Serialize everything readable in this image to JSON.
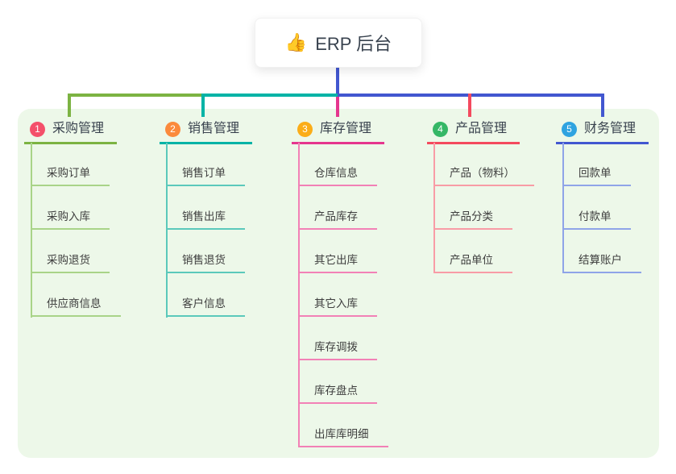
{
  "root": {
    "icon": "👍",
    "title": "ERP 后台"
  },
  "branches": [
    {
      "badge": "1",
      "title": "采购管理",
      "colors": {
        "main": "#7cb342",
        "light": "#a9d488",
        "badge": "#f4506a"
      },
      "children": [
        "采购订单",
        "采购入库",
        "采购退货",
        "供应商信息"
      ]
    },
    {
      "badge": "2",
      "title": "销售管理",
      "colors": {
        "main": "#00b3a6",
        "light": "#5bc9bb",
        "badge": "#fb8a3c"
      },
      "children": [
        "销售订单",
        "销售出库",
        "销售退货",
        "客户信息"
      ]
    },
    {
      "badge": "3",
      "title": "库存管理",
      "colors": {
        "main": "#e5368e",
        "light": "#f281b6",
        "badge": "#fbad18"
      },
      "children": [
        "仓库信息",
        "产品库存",
        "其它出库",
        "其它入库",
        "库存调拨",
        "库存盘点",
        "出库库明细"
      ]
    },
    {
      "badge": "4",
      "title": "产品管理",
      "colors": {
        "main": "#f44a5e",
        "light": "#f89ca6",
        "badge": "#35b766"
      },
      "children": [
        "产品（物料）",
        "产品分类",
        "产品单位"
      ]
    },
    {
      "badge": "5",
      "title": "财务管理",
      "colors": {
        "main": "#4257d0",
        "light": "#8fa4e8",
        "badge": "#2fa3e0"
      },
      "children": [
        "回款单",
        "付款单",
        "结算账户"
      ]
    }
  ]
}
